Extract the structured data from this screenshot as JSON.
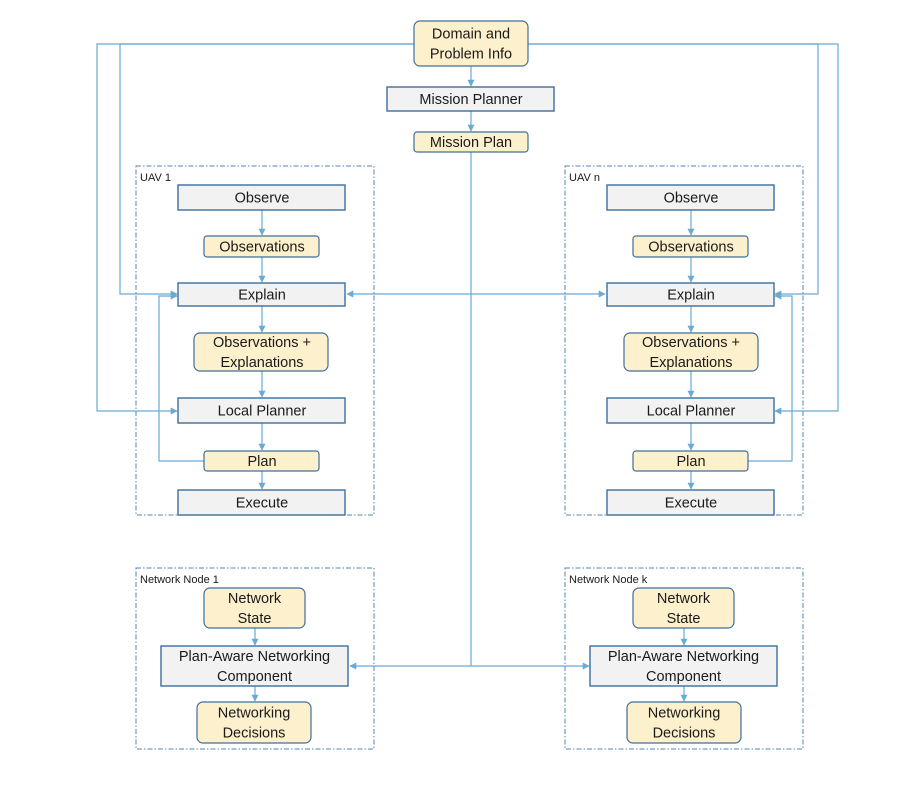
{
  "top": {
    "domain_info": "Domain and\nProblem Info",
    "mission_planner": "Mission Planner",
    "mission_plan": "Mission Plan"
  },
  "uav_1": {
    "label": "UAV 1",
    "observe": "Observe",
    "observations": "Observations",
    "explain": "Explain",
    "obs_expl": "Observations +\nExplanations",
    "local_planner": "Local Planner",
    "plan": "Plan",
    "execute": "Execute"
  },
  "uav_n": {
    "label": "UAV n",
    "observe": "Observe",
    "observations": "Observations",
    "explain": "Explain",
    "obs_expl": "Observations +\nExplanations",
    "local_planner": "Local Planner",
    "plan": "Plan",
    "execute": "Execute"
  },
  "net_1": {
    "label": "Network Node 1",
    "state": "Network\nState",
    "component": "Plan-Aware Networking\nComponent",
    "decisions": "Networking\nDecisions"
  },
  "net_k": {
    "label": "Network Node k",
    "state": "Network\nState",
    "component": "Plan-Aware Networking\nComponent",
    "decisions": "Networking\nDecisions"
  }
}
